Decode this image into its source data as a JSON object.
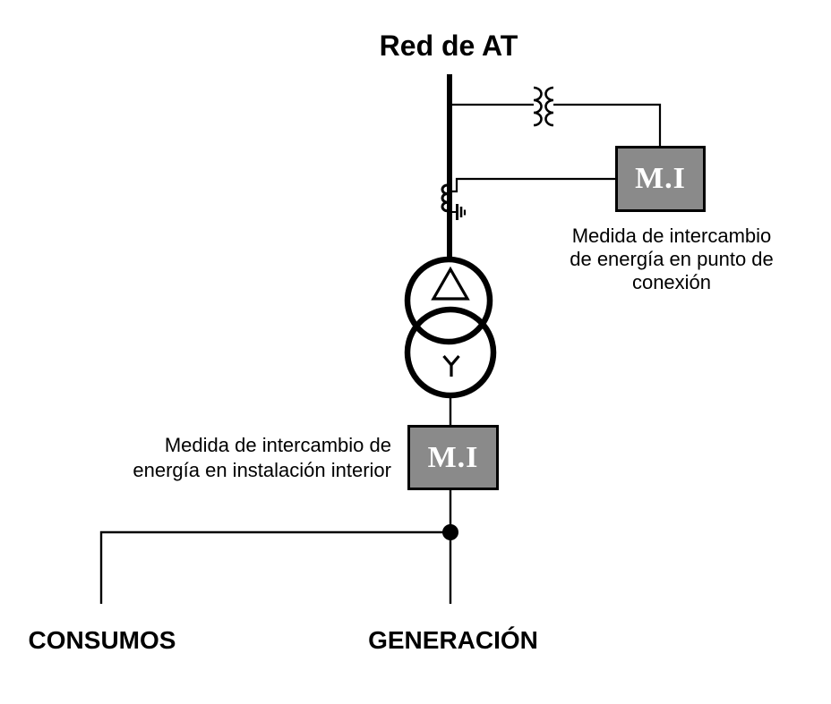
{
  "diagram": {
    "title": "Red de AT",
    "meter": {
      "label": "M.I",
      "fill_color": "#8a8a8a",
      "text_color": "#ffffff"
    },
    "labels": {
      "connection_point": {
        "line1": "Medida de intercambio",
        "line2": "de energía en punto de",
        "line3": "conexión"
      },
      "internal": {
        "line1": "Medida de intercambio de",
        "line2": "energía en instalación interior"
      },
      "consumos": "CONSUMOS",
      "generacion": "GENERACIÓN"
    },
    "symbols": {
      "transformer_primary_winding": "delta",
      "transformer_secondary_winding": "wye",
      "voltage_transformer": "double-coil",
      "current_transformer": "coil-on-line",
      "ground": "three-bar-ground",
      "junction": "filled-dot",
      "line_color": "#000000"
    }
  }
}
